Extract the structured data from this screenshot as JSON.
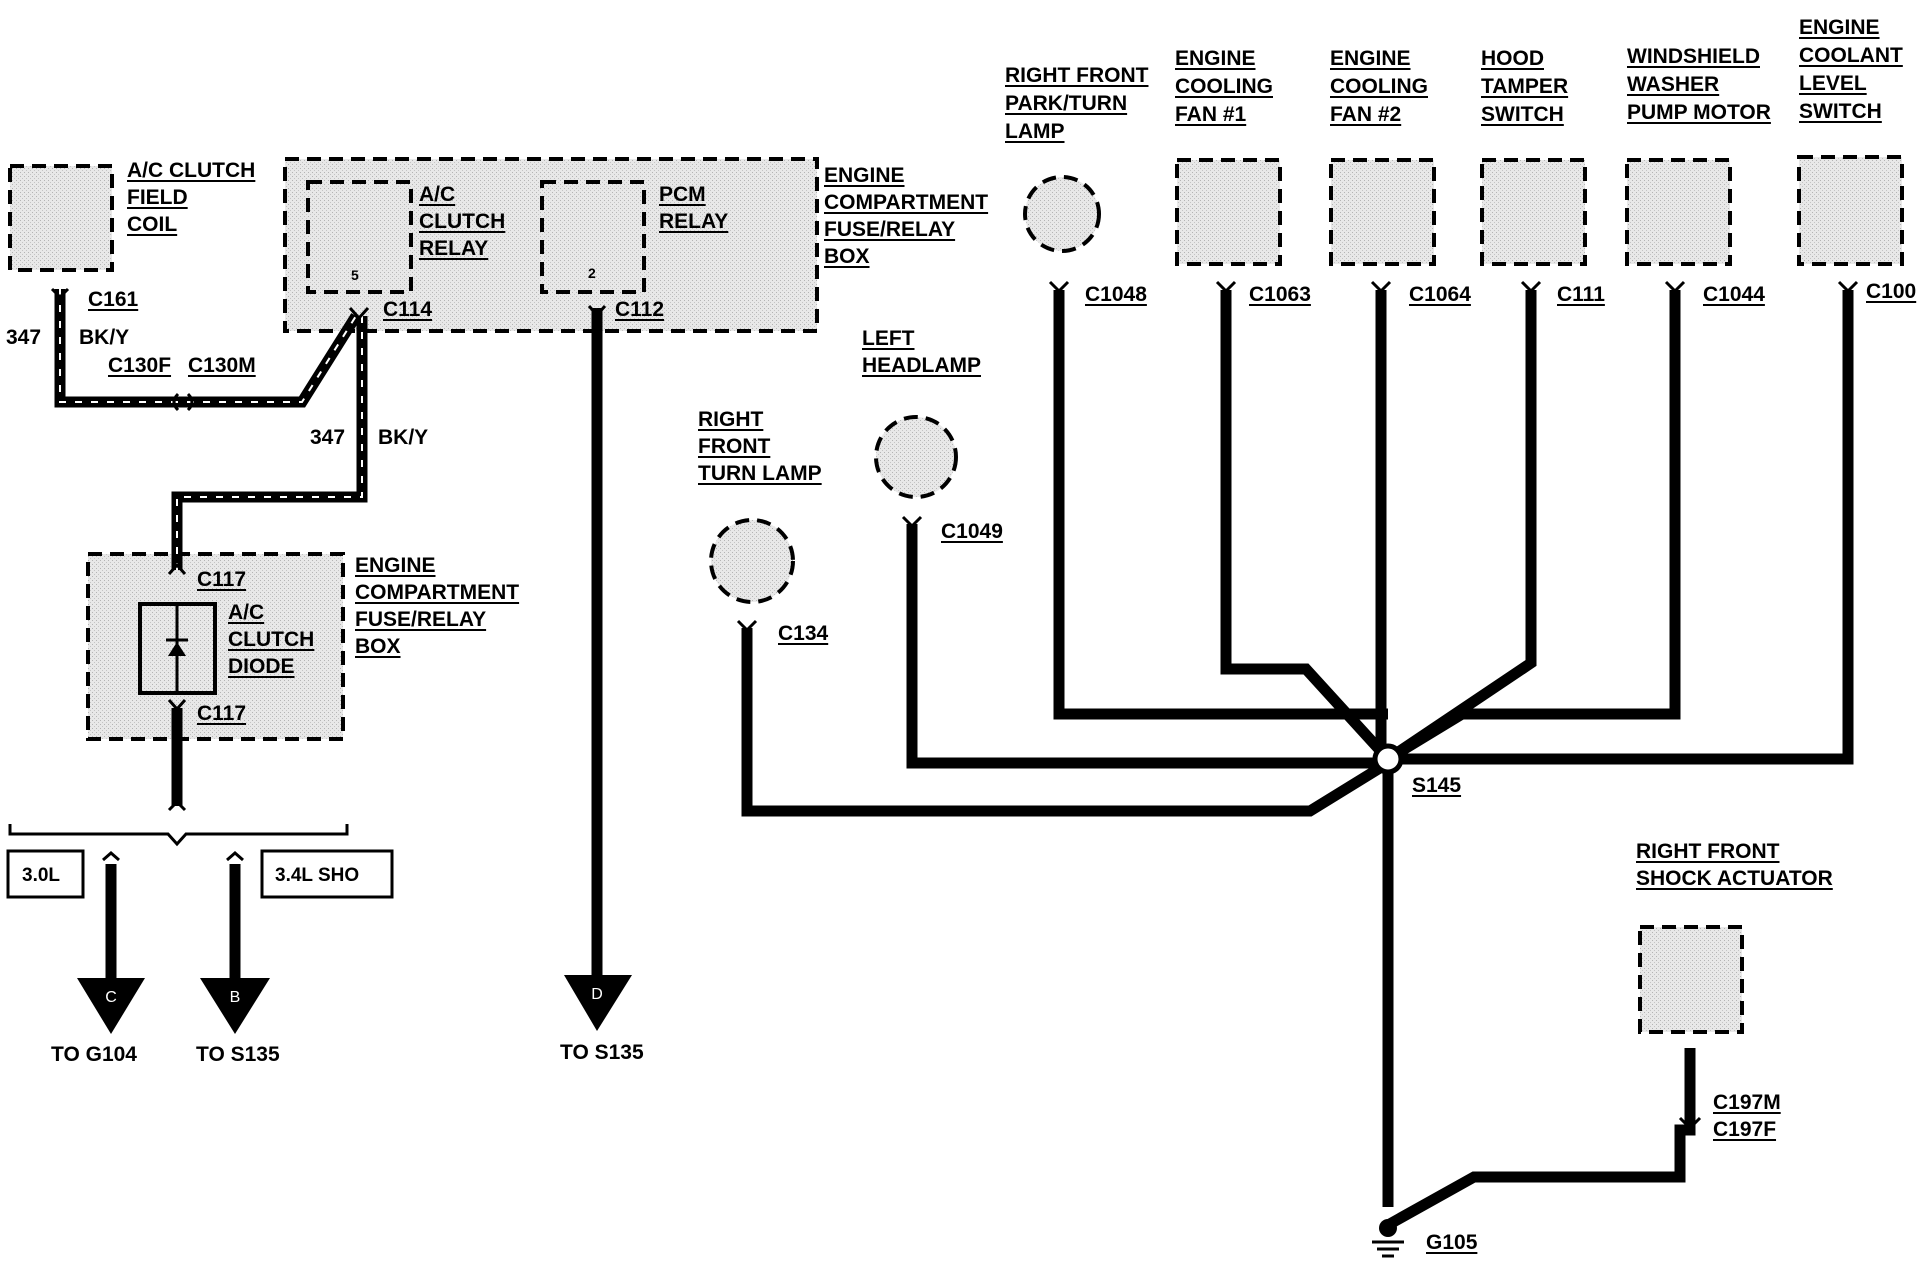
{
  "components": {
    "ac_clutch_field_coil": [
      "A/C CLUTCH",
      "FIELD",
      "COIL"
    ],
    "ac_clutch_relay": [
      "A/C",
      "CLUTCH",
      "RELAY"
    ],
    "pcm_relay": [
      "PCM",
      "RELAY"
    ],
    "fuse_relay_box_top": [
      "ENGINE",
      "COMPARTMENT",
      "FUSE/RELAY",
      "BOX"
    ],
    "fuse_relay_box_left": [
      "ENGINE",
      "COMPARTMENT",
      "FUSE/RELAY",
      "BOX"
    ],
    "ac_clutch_diode": [
      "A/C",
      "CLUTCH",
      "DIODE"
    ],
    "right_front_park_turn_lamp": [
      "RIGHT FRONT",
      "PARK/TURN",
      "LAMP"
    ],
    "engine_cooling_fan_1": [
      "ENGINE",
      "COOLING",
      "FAN #1"
    ],
    "engine_cooling_fan_2": [
      "ENGINE",
      "COOLING",
      "FAN #2"
    ],
    "hood_tamper_switch": [
      "HOOD",
      "TAMPER",
      "SWITCH"
    ],
    "windshield_washer_pump_motor": [
      "WINDSHIELD",
      "WASHER",
      "PUMP MOTOR"
    ],
    "engine_coolant_level_switch": [
      "ENGINE",
      "COOLANT",
      "LEVEL",
      "SWITCH"
    ],
    "left_headlamp": [
      "LEFT",
      "HEADLAMP"
    ],
    "right_front_turn_lamp": [
      "RIGHT",
      "FRONT",
      "TURN LAMP"
    ],
    "right_front_shock_actuator": [
      "RIGHT FRONT",
      "SHOCK ACTUATOR"
    ]
  },
  "connectors": {
    "c161": "C161",
    "c130f": "C130F",
    "c130m": "C130M",
    "c114": "C114",
    "c112": "C112",
    "c117_top": "C117",
    "c117_bottom": "C117",
    "c1048": "C1048",
    "c1063": "C1063",
    "c1064": "C1064",
    "c111": "C111",
    "c1044": "C1044",
    "c100": "C100",
    "c1049": "C1049",
    "c134": "C134",
    "s145": "S145",
    "c197m": "C197M",
    "c197f": "C197F",
    "g105": "G105"
  },
  "pins": {
    "ac_relay_pin": "5",
    "pcm_relay_pin": "2"
  },
  "wires": {
    "circuit_1": "347",
    "color_1": "BK/Y",
    "circuit_2": "347",
    "color_2": "BK/Y"
  },
  "engine_options": {
    "option_a": "3.0L",
    "option_b": "3.4L SHO"
  },
  "destinations": {
    "arrow_c": {
      "letter": "C",
      "label": "TO G104"
    },
    "arrow_b": {
      "letter": "B",
      "label": "TO S135"
    },
    "arrow_d": {
      "letter": "D",
      "label": "TO S135"
    }
  }
}
